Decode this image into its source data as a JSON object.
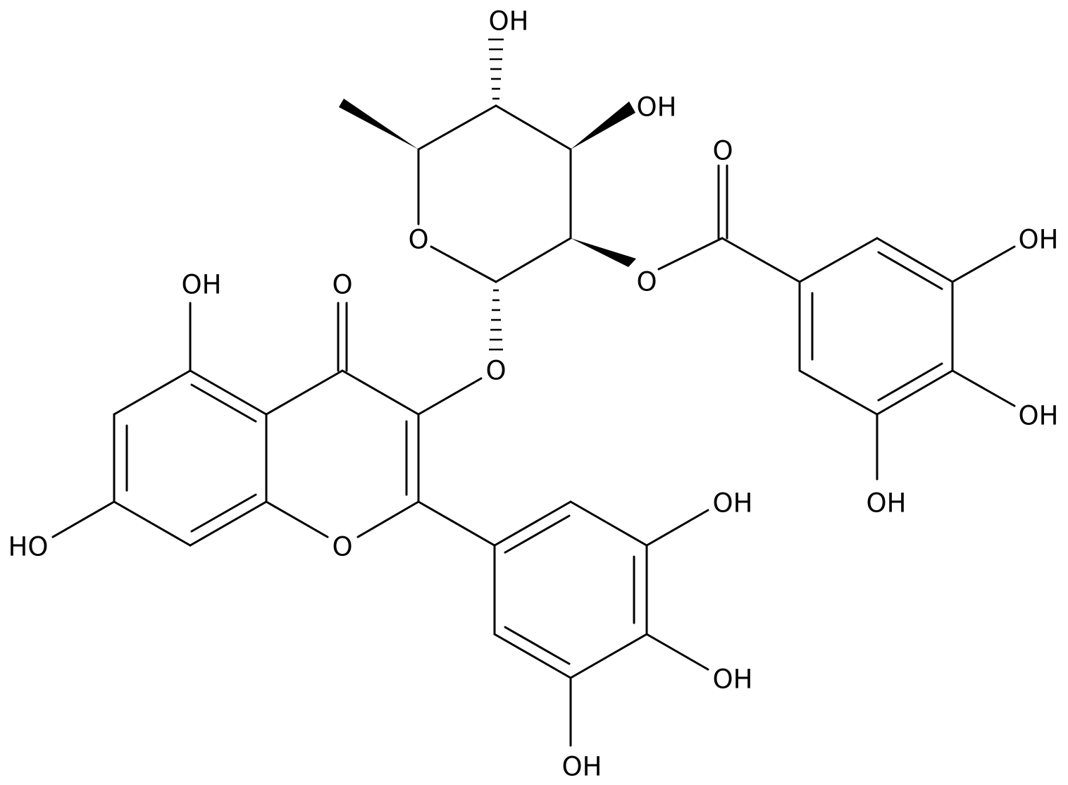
{
  "diagram": {
    "type": "chemical-structure",
    "labels": {
      "oh_top": "OH",
      "oh_sugar_c4": "OH",
      "ring_oxygen": "O",
      "ester_oxygen": "O",
      "ester_carbonyl_o": "O",
      "glycosidic_oxygen": "O",
      "chromone_oh5": "OH",
      "chromone_carbonyl_o": "O",
      "chromone_ring_o": "O",
      "chromone_oh7": "HO",
      "galloyl_oh3": "OH",
      "galloyl_oh4": "OH",
      "galloyl_oh5": "OH",
      "bring_oh3": "OH",
      "bring_oh4": "OH",
      "bring_oh5": "OH"
    },
    "colors": {
      "bond": "#000000",
      "text": "#000000",
      "background": "#ffffff"
    }
  }
}
